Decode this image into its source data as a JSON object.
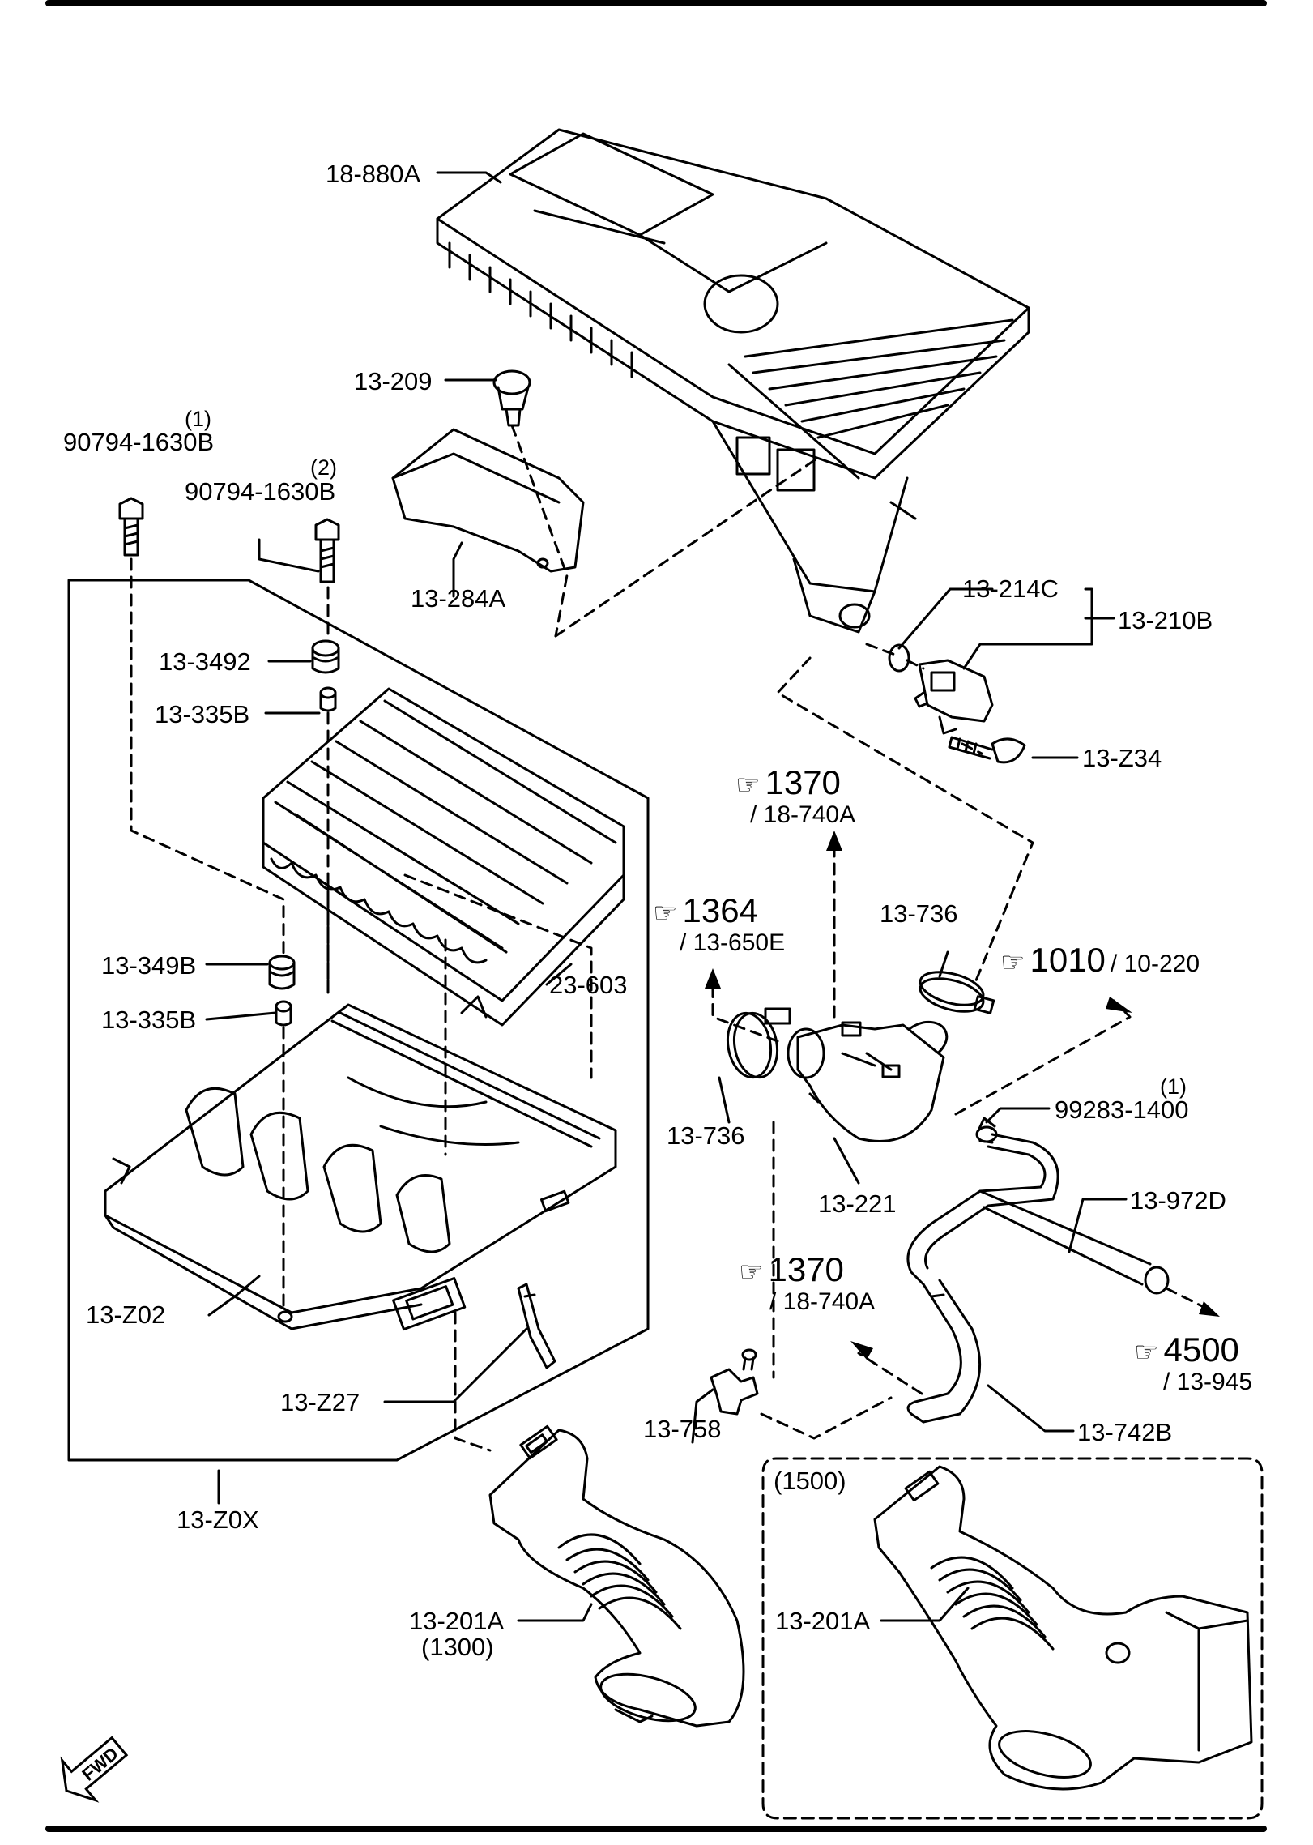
{
  "diagram": {
    "part_labels": {
      "p18_880A": "18-880A",
      "p13_209": "13-209",
      "p90794_1": "90794-1630B",
      "p90794_1_qty": "(1)",
      "p90794_2": "90794-1630B",
      "p90794_2_qty": "(2)",
      "p13_284A": "13-284A",
      "p13_214C": "13-214C",
      "p13_210B": "13-210B",
      "p13_3492": "13-3492",
      "p13_335B_a": "13-335B",
      "p13_Z34": "13-Z34",
      "p13_736_a": "13-736",
      "p23_603": "23-603",
      "p13_349B": "13-349B",
      "p13_335B_b": "13-335B",
      "p13_736_b": "13-736",
      "p99283": "99283-1400",
      "p99283_qty": "(1)",
      "p13_221": "13-221",
      "p13_972D": "13-972D",
      "p13_Z02": "13-Z02",
      "p13_Z27": "13-Z27",
      "p13_758": "13-758",
      "p13_742B": "13-742B",
      "p13_Z0X": "13-Z0X",
      "p13_201A_a": "13-201A",
      "p13_201A_a_variant": "(1300)",
      "p13_201A_b": "13-201A"
    },
    "references": {
      "r1370_top": {
        "num": "1370",
        "sub": "/ 18-740A"
      },
      "r1364": {
        "num": "1364",
        "sub": "/ 13-650E"
      },
      "r1010": {
        "num": "1010",
        "sub": "/ 10-220"
      },
      "r1370_bottom": {
        "num": "1370",
        "sub": "/ 18-740A"
      },
      "r4500": {
        "num": "4500",
        "sub": "/ 13-945"
      }
    },
    "variant_box_label": "(1500)",
    "fwd_label": "FWD",
    "ref_icon": "pointing-hand-icon"
  }
}
